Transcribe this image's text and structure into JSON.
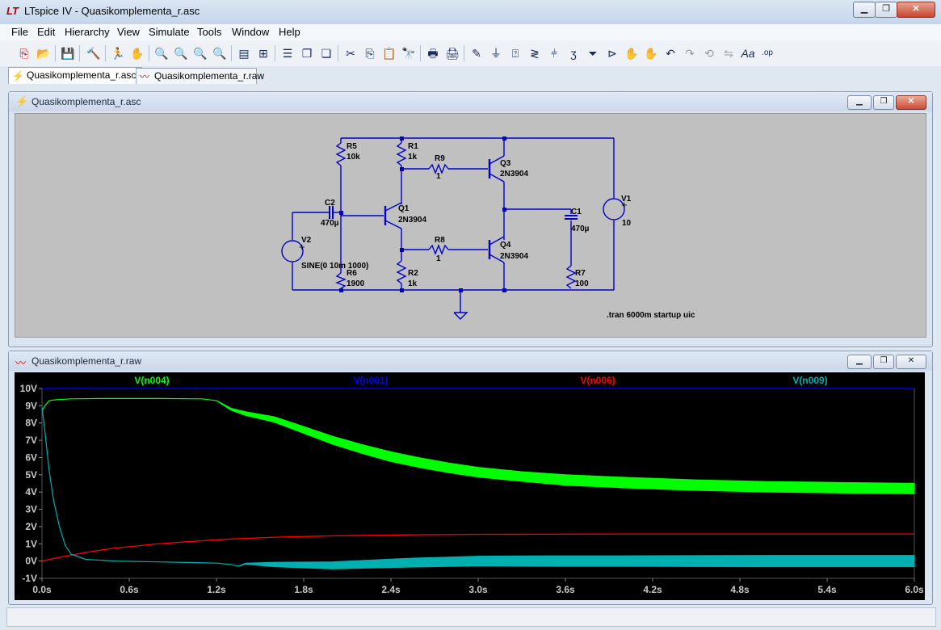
{
  "window": {
    "title": "LTspice IV - Quasikomplementa_r.asc"
  },
  "menu": [
    "File",
    "Edit",
    "Hierarchy",
    "View",
    "Simulate",
    "Tools",
    "Window",
    "Help"
  ],
  "tabs": [
    {
      "label": "Quasikomplementa_r.asc",
      "icon": "schematic-icon",
      "active": true
    },
    {
      "label": "Quasikomplementa_r.raw",
      "icon": "waveform-icon",
      "active": false
    }
  ],
  "schematic": {
    "title": "Quasikomplementa_r.asc",
    "directive": ".tran 6000m startup uic",
    "components": {
      "r5": {
        "name": "R5",
        "value": "10k"
      },
      "r1": {
        "name": "R1",
        "value": "1k"
      },
      "r9": {
        "name": "R9",
        "value": "1"
      },
      "q3": {
        "name": "Q3",
        "value": "2N3904"
      },
      "v1": {
        "name": "V1",
        "value": "10"
      },
      "c2": {
        "name": "C2",
        "value": "470µ"
      },
      "q1": {
        "name": "Q1",
        "value": "2N3904"
      },
      "c1": {
        "name": "C1",
        "value": "470µ"
      },
      "v2": {
        "name": "V2",
        "value": "SINE(0 10m 1000)"
      },
      "r8": {
        "name": "R8",
        "value": "1"
      },
      "q4": {
        "name": "Q4",
        "value": "2N3904"
      },
      "r6": {
        "name": "R6",
        "value": "1900"
      },
      "r2": {
        "name": "R2",
        "value": "1k"
      },
      "r7": {
        "name": "R7",
        "value": "100"
      }
    }
  },
  "waveform": {
    "title": "Quasikomplementa_r.raw"
  },
  "chart_data": {
    "type": "line",
    "series": [
      {
        "name": "V(n004)",
        "color": "#00ff00",
        "x": [
          0,
          0.02,
          0.05,
          0.1,
          0.2,
          0.4,
          0.8,
          1.1,
          1.2,
          1.3,
          1.4,
          1.6,
          1.8,
          2.0,
          2.2,
          2.4,
          2.6,
          2.8,
          3.0,
          3.3,
          3.6,
          4.0,
          4.5,
          5.0,
          5.5,
          6.0
        ],
        "y": [
          8.7,
          9.0,
          9.3,
          9.35,
          9.4,
          9.42,
          9.42,
          9.4,
          9.3,
          8.8,
          8.55,
          8.2,
          7.6,
          7.0,
          6.5,
          6.05,
          5.7,
          5.4,
          5.15,
          4.9,
          4.7,
          4.55,
          4.4,
          4.3,
          4.25,
          4.2
        ],
        "band": [
          0,
          0,
          0,
          0,
          0,
          0,
          0,
          0,
          0,
          0.1,
          0.2,
          0.3,
          0.38,
          0.45,
          0.5,
          0.55,
          0.55,
          0.55,
          0.55,
          0.55,
          0.6,
          0.6,
          0.6,
          0.6,
          0.6,
          0.6
        ]
      },
      {
        "name": "V(n001)",
        "color": "#0000ff",
        "x": [
          0,
          6.0
        ],
        "y": [
          10,
          10
        ],
        "band": [
          0,
          0
        ]
      },
      {
        "name": "V(n006)",
        "color": "#ff0000",
        "x": [
          0,
          0.1,
          0.3,
          0.5,
          0.8,
          1.0,
          1.3,
          1.6,
          2.0,
          2.5,
          3.0,
          4.0,
          5.0,
          6.0
        ],
        "y": [
          0.0,
          0.18,
          0.5,
          0.75,
          1.0,
          1.12,
          1.28,
          1.38,
          1.46,
          1.52,
          1.55,
          1.57,
          1.57,
          1.57
        ],
        "band": [
          0,
          0,
          0,
          0,
          0,
          0,
          0,
          0,
          0,
          0,
          0,
          0,
          0,
          0
        ]
      },
      {
        "name": "V(n009)",
        "color": "#00b0b0",
        "x": [
          0,
          0.02,
          0.05,
          0.08,
          0.12,
          0.16,
          0.2,
          0.3,
          0.5,
          0.8,
          1.0,
          1.2,
          1.3,
          1.35,
          1.4,
          1.6,
          2.0,
          2.5,
          3.0,
          3.5,
          4.0,
          5.0,
          6.0
        ],
        "y": [
          8.9,
          7.5,
          5.2,
          3.5,
          2.0,
          0.9,
          0.4,
          0.1,
          0.0,
          -0.05,
          -0.08,
          -0.12,
          -0.2,
          -0.3,
          -0.15,
          -0.2,
          -0.25,
          -0.1,
          0.0,
          0.0,
          0.0,
          0.0,
          0.0
        ],
        "band": [
          0,
          0,
          0,
          0,
          0,
          0,
          0,
          0,
          0,
          0,
          0,
          0,
          0,
          0,
          0.05,
          0.25,
          0.4,
          0.5,
          0.55,
          0.6,
          0.6,
          0.65,
          0.65
        ]
      }
    ],
    "xlabel": "",
    "ylabel": "",
    "xlim": [
      0,
      6.0
    ],
    "ylim": [
      -1,
      10
    ],
    "xticks": [
      "0.0s",
      "0.6s",
      "1.2s",
      "1.8s",
      "2.4s",
      "3.0s",
      "3.6s",
      "4.2s",
      "4.8s",
      "5.4s",
      "6.0s"
    ],
    "yticks": [
      "-1V",
      "0V",
      "1V",
      "2V",
      "3V",
      "4V",
      "5V",
      "6V",
      "7V",
      "8V",
      "9V",
      "10V"
    ]
  }
}
